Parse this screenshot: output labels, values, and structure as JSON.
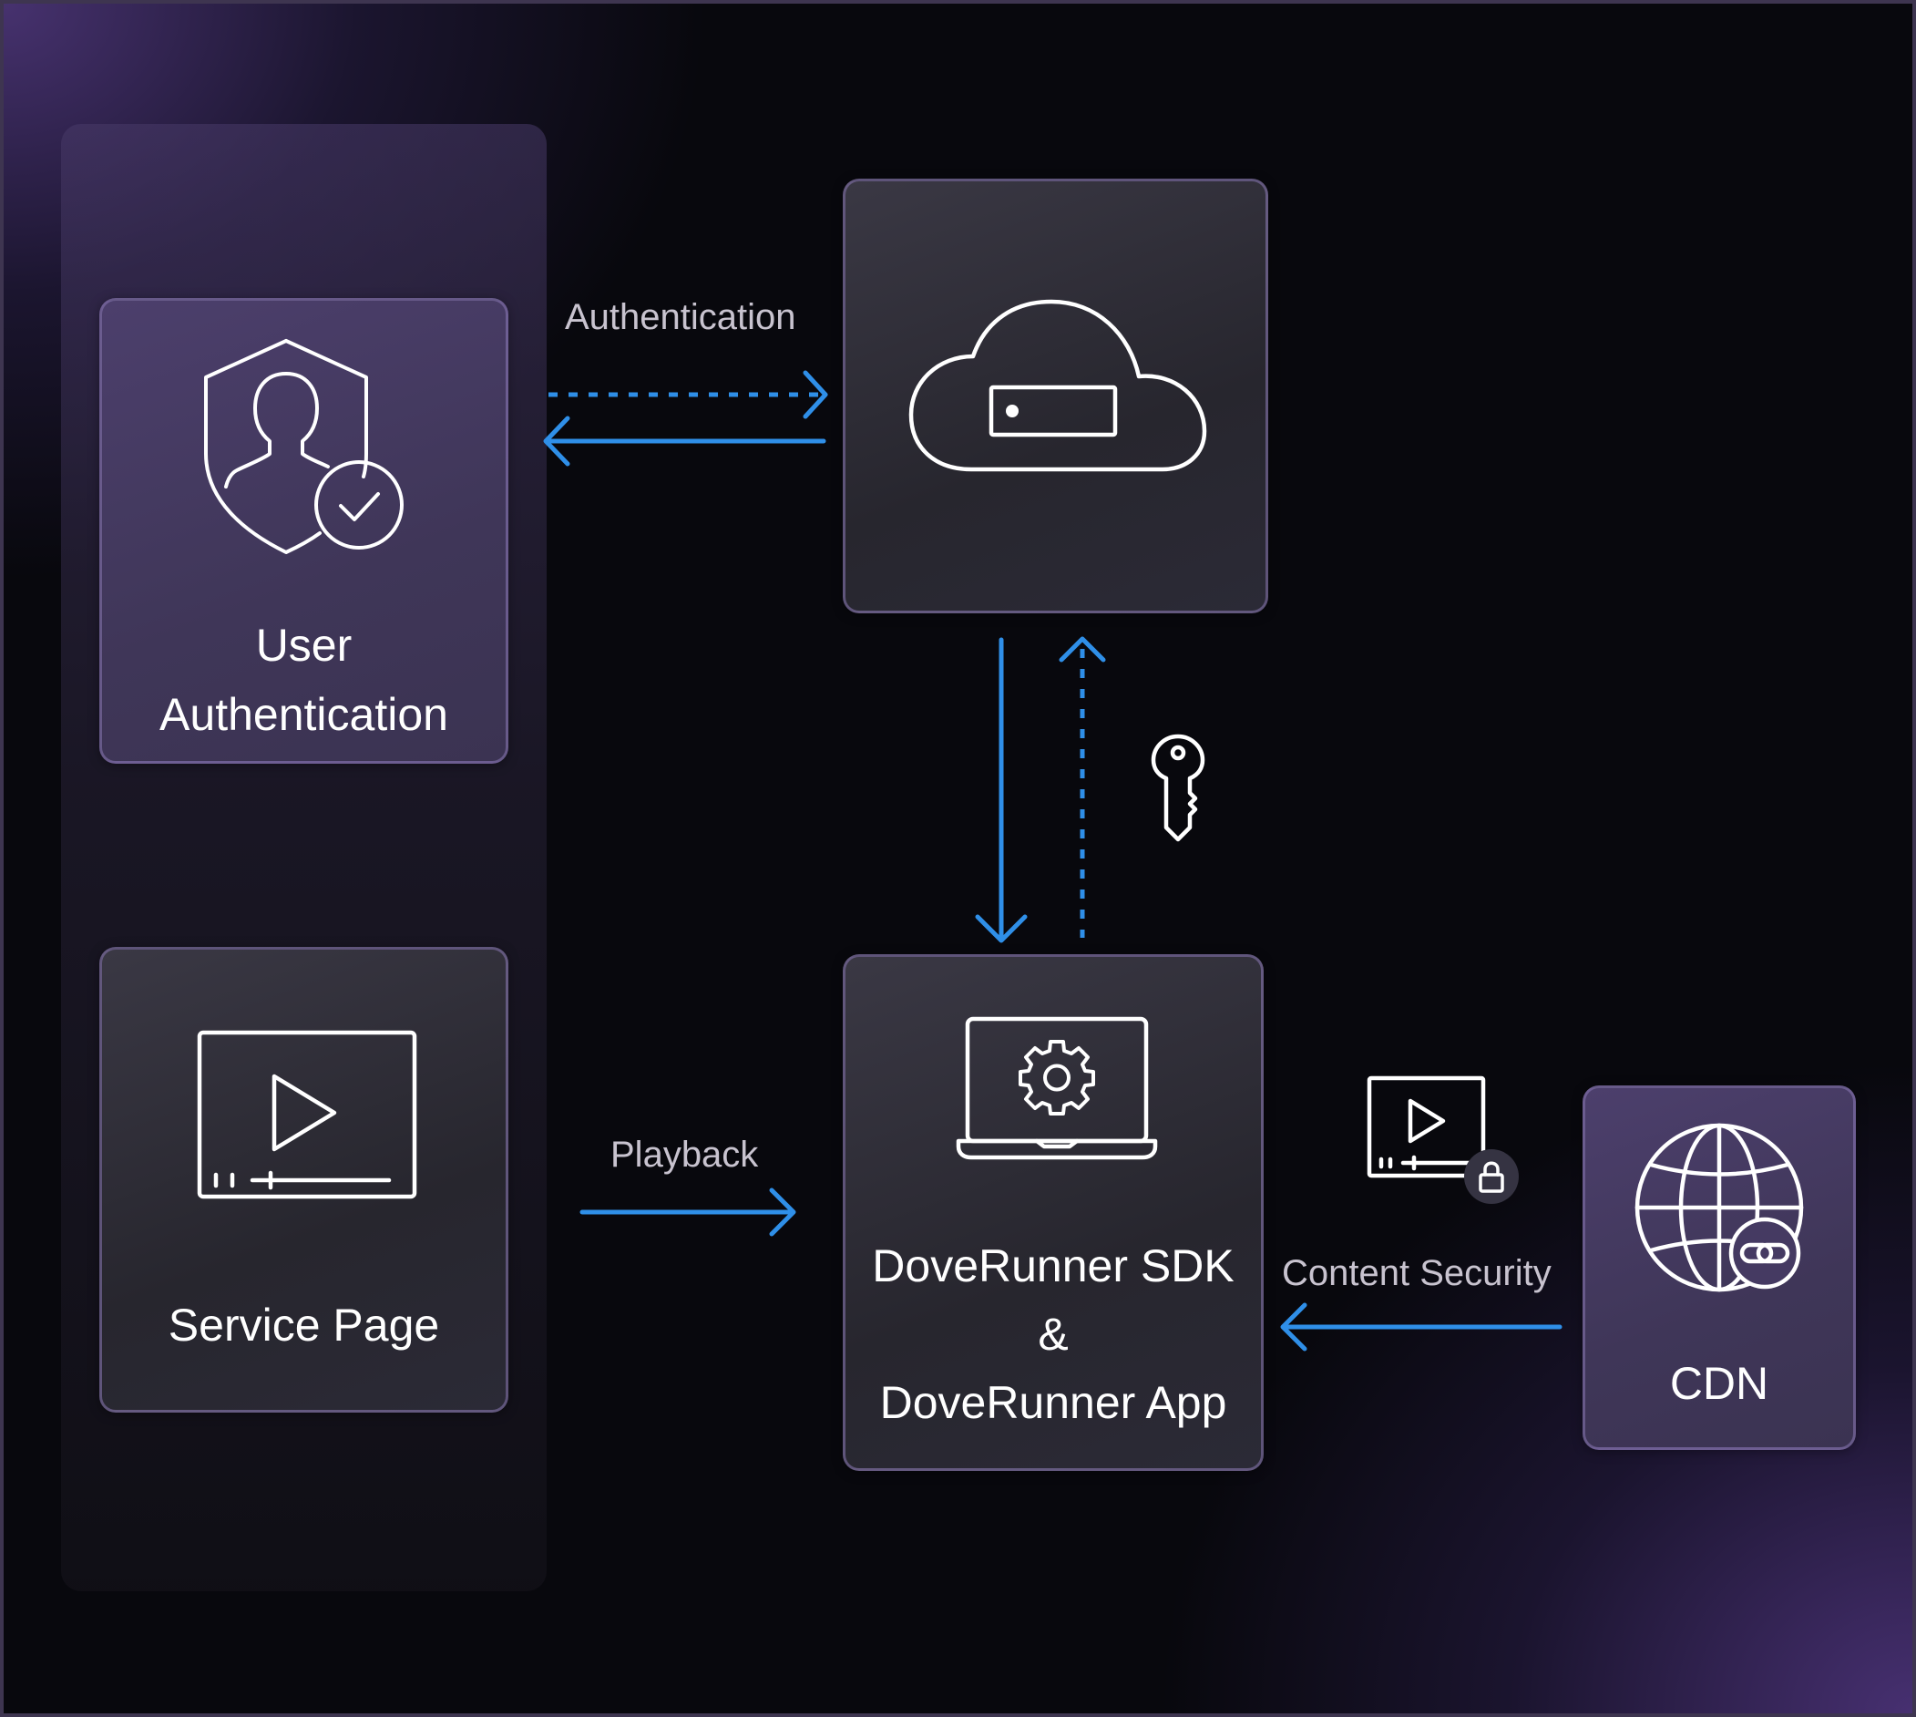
{
  "nodes": {
    "user_auth": {
      "label_line1": "User",
      "label_line2": "Authentication"
    },
    "service_page": {
      "label": "Service Page"
    },
    "license_server": {
      "label": ""
    },
    "sdk_app": {
      "label_line1": "DoveRunner SDK",
      "label_line2": "&",
      "label_line3": "DoveRunner App"
    },
    "cdn": {
      "label": "CDN"
    }
  },
  "edges": {
    "authentication": {
      "label": "Authentication"
    },
    "playback": {
      "label": "Playback"
    },
    "content_security": {
      "label": "Content Security"
    }
  },
  "colors": {
    "arrow": "#2f8fe8",
    "icon_stroke": "#ffffff",
    "label": "#ffffff",
    "edge_label": "#c8c3cf"
  },
  "icons": {
    "user_auth": "shield-user-check-icon",
    "service_page": "video-player-icon",
    "license_server": "cloud-server-icon",
    "sdk_app": "laptop-gear-icon",
    "cdn": "globe-link-icon",
    "key": "key-icon",
    "protected_video": "locked-video-icon"
  }
}
